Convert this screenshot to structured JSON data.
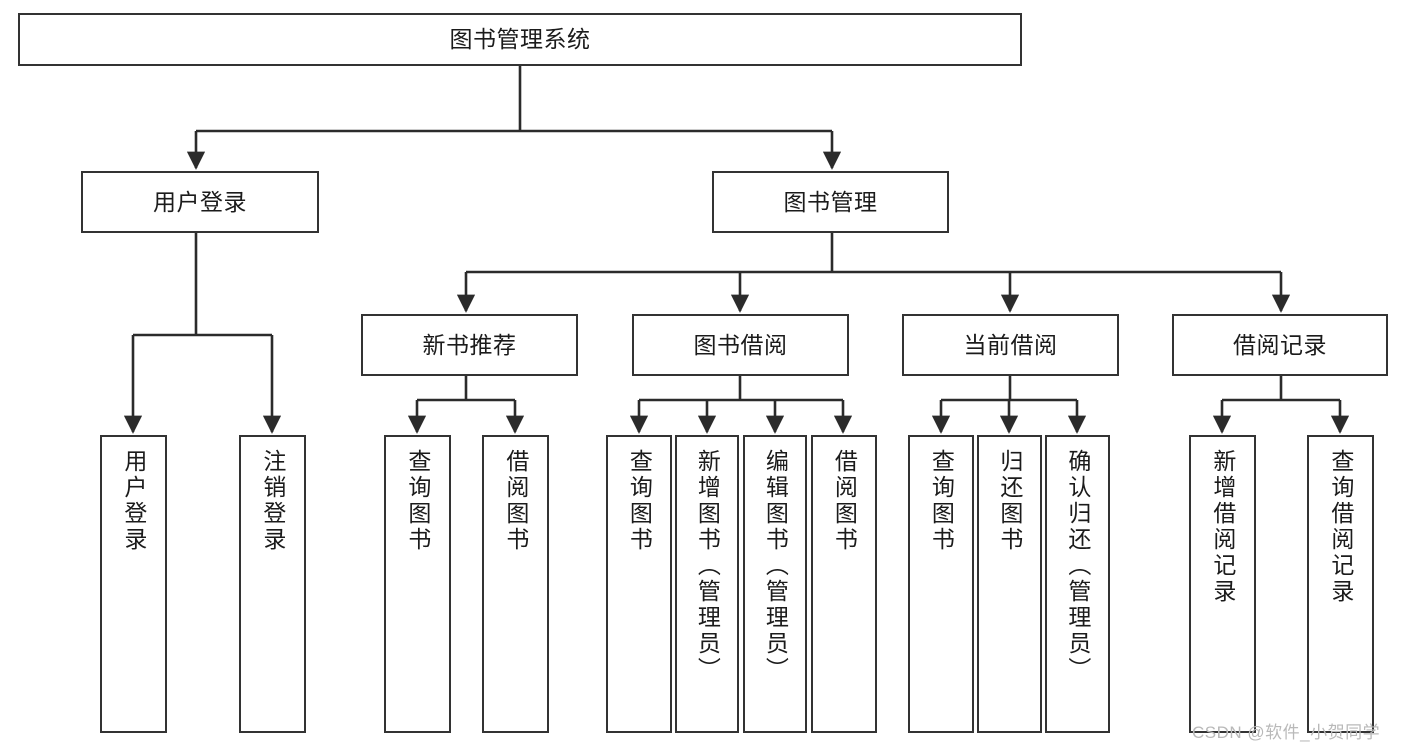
{
  "diagram": {
    "type": "tree",
    "title": "图书管理系统",
    "watermark": "CSDN @软件_小贺同学",
    "colors": {
      "box_border": "#333333",
      "box_fill": "#ffffff",
      "edge": "#2b2b2b",
      "text": "#1b1b1b",
      "watermark": "#b9b9b9",
      "background": "#ffffff"
    },
    "levels": {
      "root": "图书管理系统",
      "level1": [
        "用户登录",
        "图书管理"
      ],
      "level2": [
        "新书推荐",
        "图书借阅",
        "当前借阅",
        "借阅记录"
      ],
      "level3_groups": [
        {
          "parent": "用户登录",
          "children": [
            "用户登录",
            "注销登录"
          ]
        },
        {
          "parent": "新书推荐",
          "children": [
            "查询图书",
            "借阅图书"
          ]
        },
        {
          "parent": "图书借阅",
          "children": [
            "查询图书",
            "新增图书（管理员）",
            "编辑图书（管理员）",
            "借阅图书"
          ]
        },
        {
          "parent": "当前借阅",
          "children": [
            "查询图书",
            "归还图书",
            "确认归还（管理员）"
          ]
        },
        {
          "parent": "借阅记录",
          "children": [
            "新增借阅记录",
            "查询借阅记录"
          ]
        }
      ]
    },
    "nodes": {
      "root": {
        "label": "图书管理系统"
      },
      "user_login": {
        "label": "用户登录"
      },
      "book_manage": {
        "label": "图书管理"
      },
      "new_book_rec": {
        "label": "新书推荐"
      },
      "book_borrow": {
        "label": "图书借阅"
      },
      "current_borrow": {
        "label": "当前借阅"
      },
      "borrow_record": {
        "label": "借阅记录"
      },
      "leaf_user_login": {
        "label": "用户登录"
      },
      "leaf_logout": {
        "label": "注销登录"
      },
      "leaf_query_book_1": {
        "label": "查询图书"
      },
      "leaf_borrow_book_1": {
        "label": "借阅图书"
      },
      "leaf_query_book_2": {
        "label": "查询图书"
      },
      "leaf_add_book": {
        "label": "新增图书（管理员）"
      },
      "leaf_edit_book": {
        "label": "编辑图书（管理员）"
      },
      "leaf_borrow_book_2": {
        "label": "借阅图书"
      },
      "leaf_query_book_3": {
        "label": "查询图书"
      },
      "leaf_return_book": {
        "label": "归还图书"
      },
      "leaf_confirm_return": {
        "label": "确认归还（管理员）"
      },
      "leaf_add_record": {
        "label": "新增借阅记录"
      },
      "leaf_query_record": {
        "label": "查询借阅记录"
      }
    }
  }
}
